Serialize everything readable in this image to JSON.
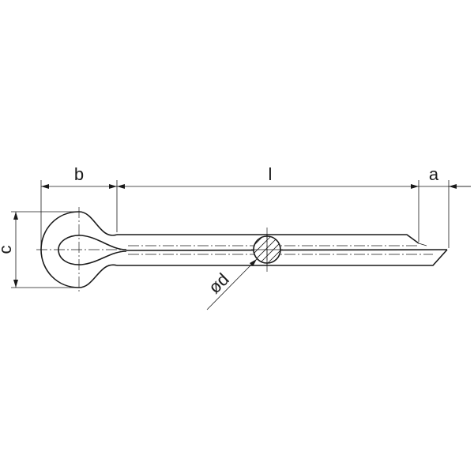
{
  "labels": {
    "b": "b",
    "l": "l",
    "a": "a",
    "c": "c",
    "d": "d",
    "diameter_symbol": "ø"
  },
  "colors": {
    "line": "#1a1a1a",
    "background": "#ffffff"
  }
}
